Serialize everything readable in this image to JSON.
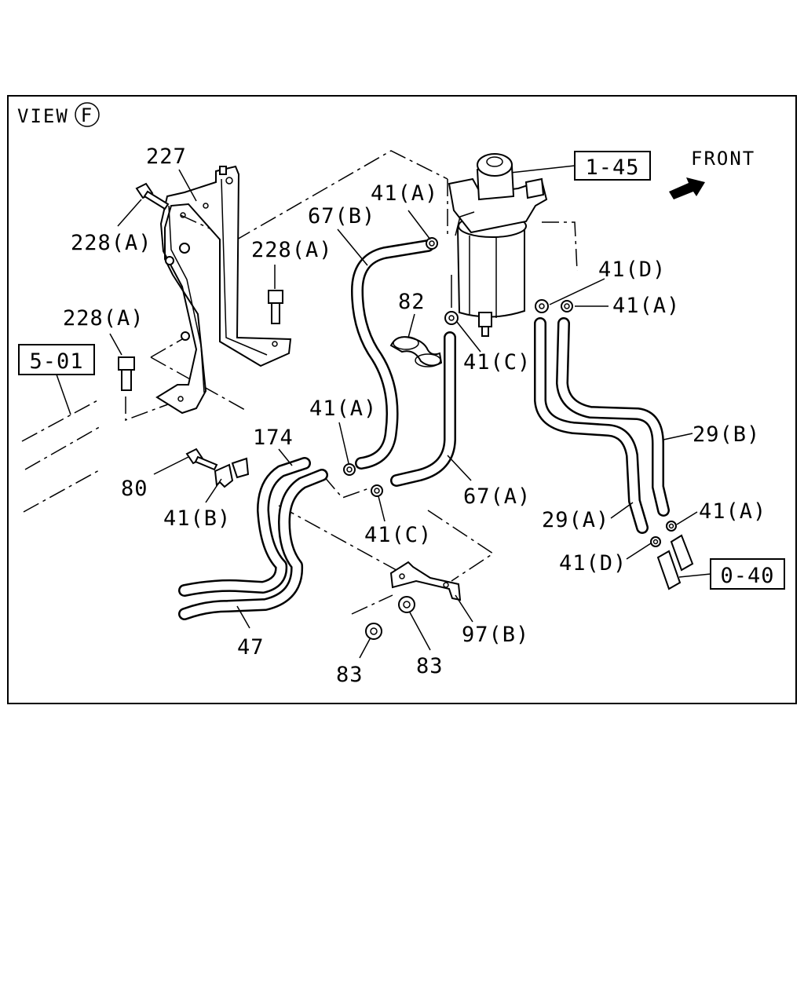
{
  "view": {
    "prefix": "VIEW",
    "letter": "F"
  },
  "front": {
    "label": "FRONT"
  },
  "refs": [
    "1-45",
    "5-01",
    "0-40"
  ],
  "labels": {
    "l227": "227",
    "l228a_1": "228(A)",
    "l228a_2": "228(A)",
    "l228a_3": "228(A)",
    "l67b": "67(B)",
    "l41a_top": "41(A)",
    "l82": "82",
    "l41d_top": "41(D)",
    "l41a_right": "41(A)",
    "l41c_top": "41(C)",
    "l41a_mid": "41(A)",
    "l174": "174",
    "l80": "80",
    "l41b": "41(B)",
    "l41c_low": "41(C)",
    "l67a": "67(A)",
    "l29b": "29(B)",
    "l29a": "29(A)",
    "l41a_low": "41(A)",
    "l41d_low": "41(D)",
    "l47": "47",
    "l97b": "97(B)",
    "l83_1": "83",
    "l83_2": "83"
  }
}
